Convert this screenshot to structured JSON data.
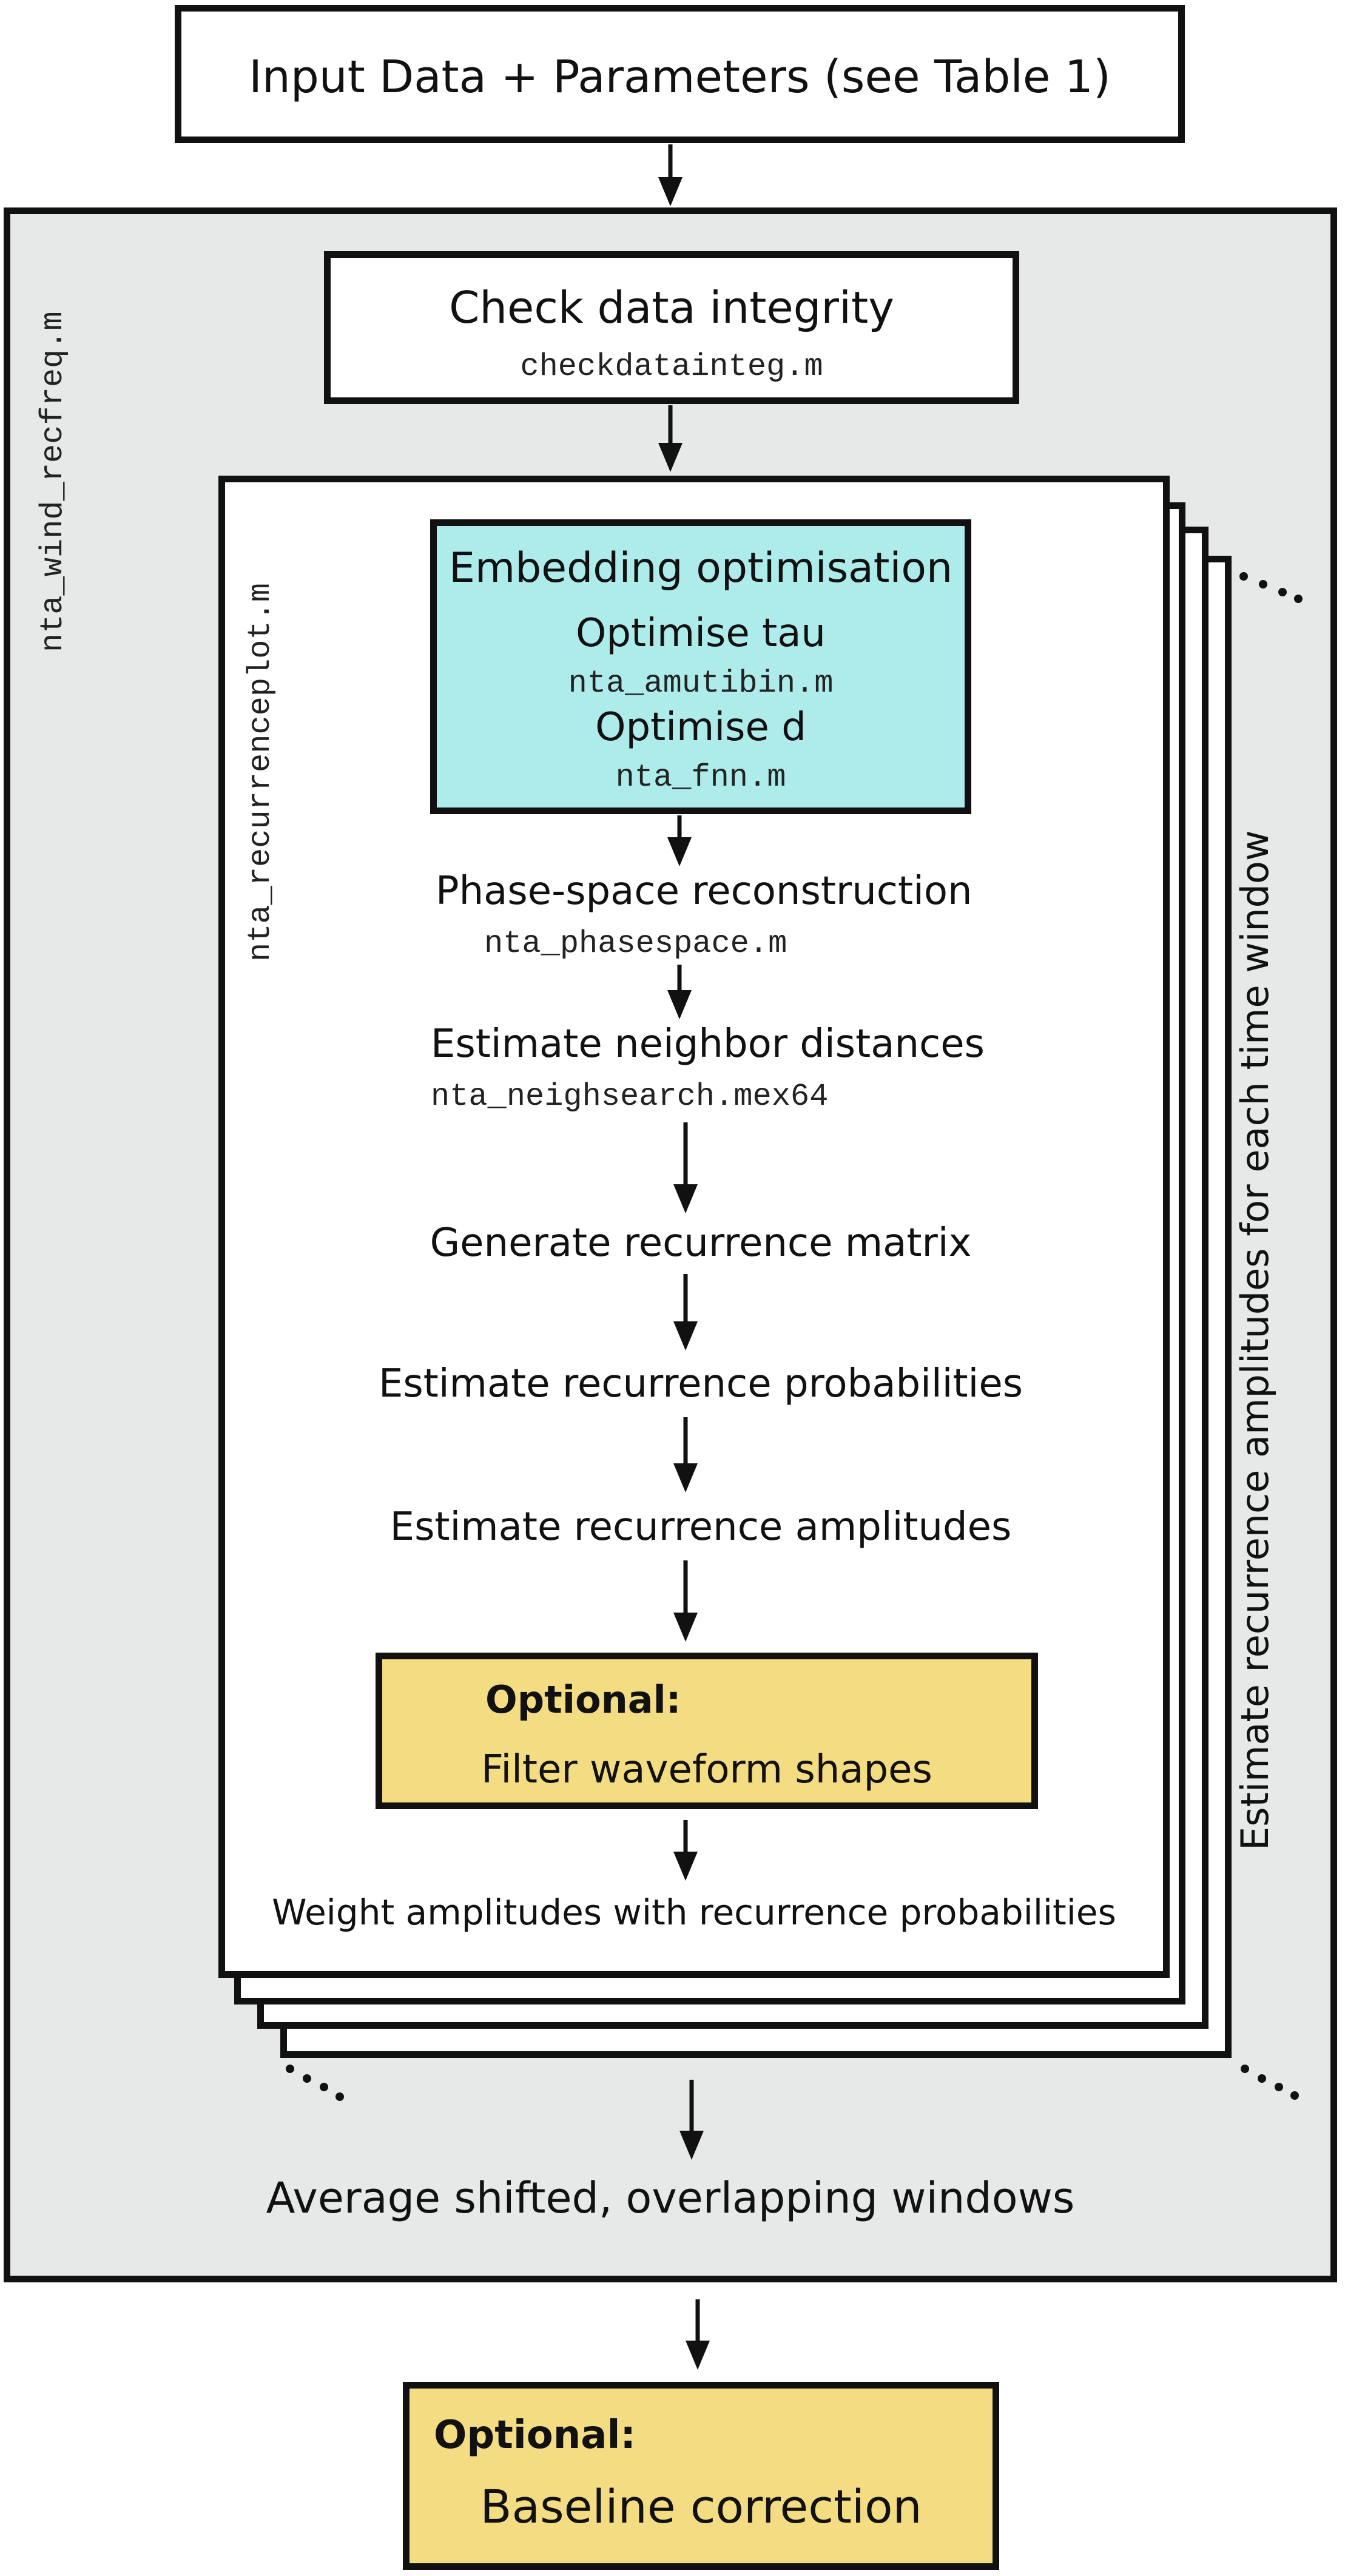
{
  "input_box": {
    "label": "Input Data + Parameters (see Table 1)"
  },
  "outer_script": {
    "label": "nta_wind_recfreq.m"
  },
  "integrity_box": {
    "title": "Check data integrity",
    "script": "checkdatainteg.m"
  },
  "inner_script": {
    "label": "nta_recurrenceplot.m"
  },
  "embedding_box": {
    "title": "Embedding optimisation",
    "step1_title": "Optimise tau",
    "step1_script": "nta_amutibin.m",
    "step2_title": "Optimise d",
    "step2_script": "nta_fnn.m",
    "fill_color": "#aeeceb"
  },
  "steps": {
    "phase_space_title": "Phase-space reconstruction",
    "phase_space_script": "nta_phasespace.m",
    "neighbor_title": "Estimate neighbor distances",
    "neighbor_script": "nta_neighsearch.mex64",
    "recurrence_matrix": "Generate recurrence matrix",
    "recurrence_probabilities": "Estimate recurrence probabilities",
    "recurrence_amplitudes": "Estimate recurrence amplitudes",
    "weight_amplitudes": "Weight amplitudes with recurrence probabilities"
  },
  "filter_box": {
    "optional_label": "Optional:",
    "title": "Filter waveform shapes",
    "fill_color": "#f3dc82"
  },
  "side_label": {
    "text": "Estimate recurrence amplitudes for each time window"
  },
  "average_step": {
    "label": "Average shifted, overlapping windows"
  },
  "baseline_box": {
    "optional_label": "Optional:",
    "title": "Baseline correction",
    "fill_color": "#f3dc82"
  },
  "colors": {
    "outer_fill": "#e6e9e8",
    "stroke": "#111111"
  }
}
